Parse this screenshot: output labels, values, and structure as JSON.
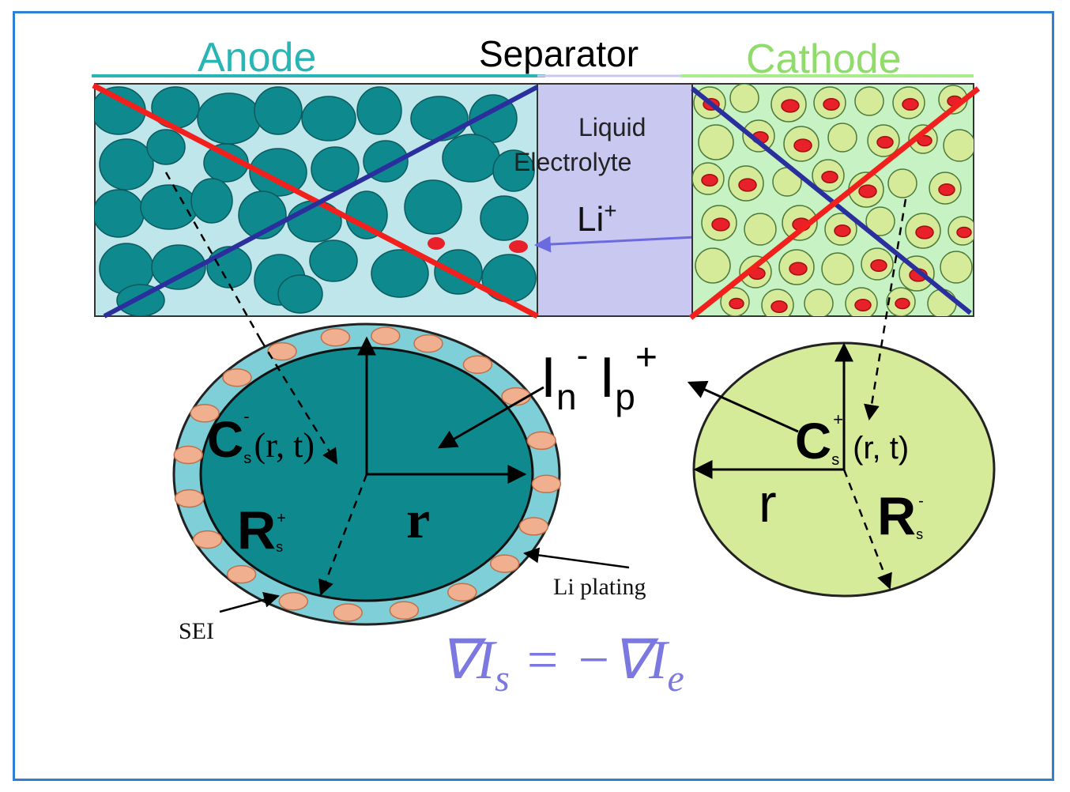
{
  "labels": {
    "anode": "Anode",
    "separator": "Separator",
    "cathode": "Cathode",
    "liquid": "Liquid",
    "electrolyte": "Electrolyte",
    "li_ion": "Li",
    "li_ion_charge": "+",
    "current_main_1": "I",
    "current_sub_1": "n",
    "current_sup_1": "-",
    "current_main_2": "I",
    "current_sub_2": "p",
    "current_sup_2": "+",
    "anode_c": "C",
    "anode_c_sub": "s",
    "anode_c_sup": "-",
    "anode_c_args": "(r, t)",
    "anode_r_big": "R",
    "anode_r_sub": "s",
    "anode_r_sup": "+",
    "anode_r": "r",
    "cathode_c": "C",
    "cathode_c_sub": "s",
    "cathode_c_sup": "+",
    "cathode_c_args": "(r, t)",
    "cathode_r_big": "R",
    "cathode_r_sub": "s",
    "cathode_r_sup": "-",
    "cathode_r": "r",
    "sei": "SEI",
    "li_plating": "Li plating",
    "equation": "∇I_s = −∇I_e",
    "eq_nabla1": "∇I",
    "eq_sub1": "s",
    "eq_mid": " = −∇I",
    "eq_sub2": "e"
  },
  "colors": {
    "frame": "#2e7fd6",
    "anode_label": "#2ab5b5",
    "cathode_label": "#8fdc6a",
    "anode_bg": "#bfe6ea",
    "anode_particle": "#0e8a8f",
    "separator_bg": "#c9c8f0",
    "cathode_bg": "#c6f2c4",
    "cathode_particle": "#d6eb9a",
    "li_dot": "#e8202a",
    "cross_red": "#f2201c",
    "cross_blue": "#2b2f9e",
    "sei_ring": "#7fcfd8",
    "plating": "#f0b090",
    "equation": "#7b78e0"
  }
}
